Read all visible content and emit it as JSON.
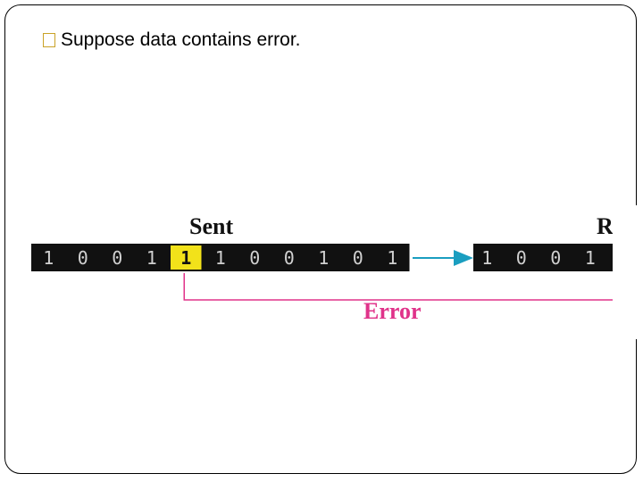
{
  "slide": {
    "bullet_text": "Suppose data contains error."
  },
  "diagram": {
    "sent_label": "Sent",
    "received_label": "R",
    "error_label": "Error",
    "sent_bits": [
      "1",
      "0",
      "0",
      "1",
      "1",
      "1",
      "0",
      "0",
      "1",
      "0",
      "1"
    ],
    "error_bit_index": 4,
    "received_bits": [
      "1",
      "0",
      "0",
      "1"
    ],
    "colors": {
      "bit_bar": "#111111",
      "bit_text": "#d0d0d0",
      "error_highlight": "#f2e21a",
      "arrow": "#1a9ec0",
      "error_line": "#e0338a"
    }
  }
}
